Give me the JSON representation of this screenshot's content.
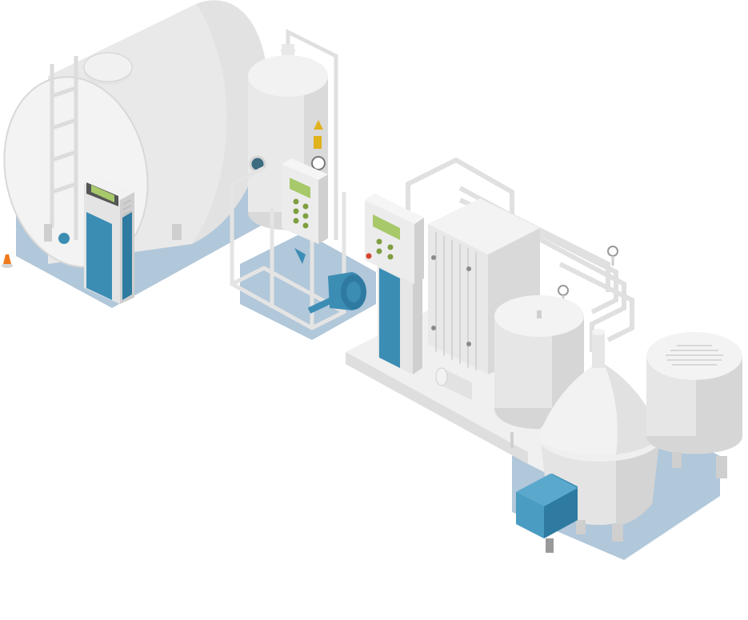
{
  "scene": {
    "colors": {
      "background": "#ffffff",
      "shadow": "#a9c1d6",
      "equipment_light": "#e9e9e9",
      "equipment_mid": "#d7d7d7",
      "equipment_dark": "#c4c4c4",
      "pipe": "#dcdcdc",
      "accent_blue": "#3c8db4",
      "display_green": "#a8c96a",
      "warning_yellow": "#e0b21c",
      "beacon_orange": "#f07a1c"
    },
    "components": [
      {
        "id": "storage-tank",
        "icon": "horizontal-tank-icon"
      },
      {
        "id": "control-cabinet-left",
        "icon": "control-panel-icon"
      },
      {
        "id": "vertical-vessel",
        "icon": "pressure-vessel-icon"
      },
      {
        "id": "control-panel-middle",
        "icon": "control-panel-icon"
      },
      {
        "id": "pump",
        "icon": "pump-icon"
      },
      {
        "id": "control-cabinet-right",
        "icon": "control-panel-icon"
      },
      {
        "id": "plate-heat-exchanger",
        "icon": "heat-exchanger-icon"
      },
      {
        "id": "holding-tank",
        "icon": "tank-icon"
      },
      {
        "id": "separator",
        "icon": "centrifuge-icon"
      },
      {
        "id": "separator-motor",
        "icon": "motor-icon"
      },
      {
        "id": "gearbox",
        "icon": "gearbox-icon"
      },
      {
        "id": "warning-beacon",
        "icon": "beacon-icon"
      }
    ]
  }
}
